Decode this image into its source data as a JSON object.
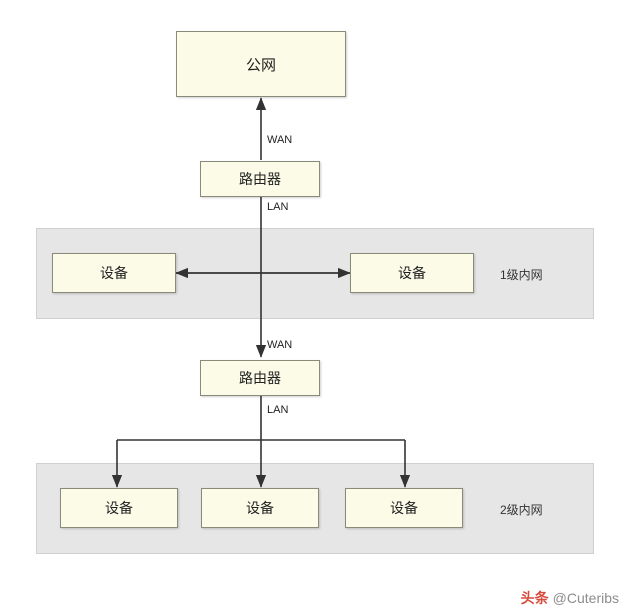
{
  "diagram": {
    "title_nodes": {
      "public_network": "公网",
      "router1": "路由器",
      "router2": "路由器",
      "device_l1_a": "设备",
      "device_l1_b": "设备",
      "device_l2_a": "设备",
      "device_l2_b": "设备",
      "device_l2_c": "设备"
    },
    "zones": [
      {
        "label": "1级内网"
      },
      {
        "label": "2级内网"
      }
    ],
    "edge_labels": {
      "wan_top": "WAN",
      "lan_top": "LAN",
      "wan_bottom": "WAN",
      "lan_bottom": "LAN"
    },
    "colors": {
      "node_fill": "#fbfbe8",
      "node_border": "#8a8a7a",
      "zone_fill": "#e6e6e6",
      "line": "#333333",
      "watermark_logo": "#d64b3e"
    }
  },
  "watermark": {
    "logo": "头条",
    "text": "@Cuteribs"
  }
}
